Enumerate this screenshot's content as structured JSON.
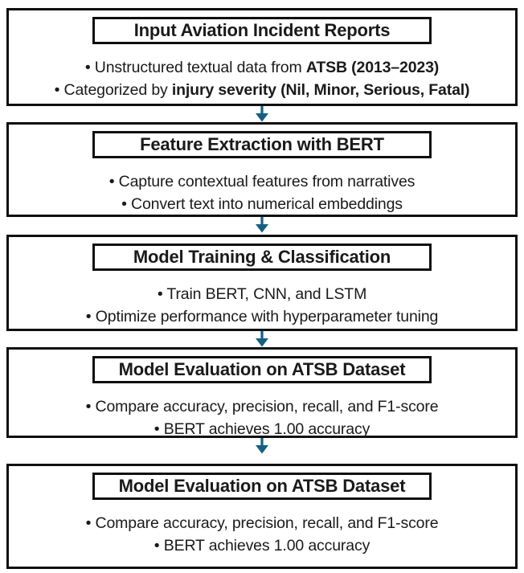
{
  "colors": {
    "arrow": "#156082",
    "border": "#0f0f0f",
    "text": "#1a1a1a",
    "background": "#ffffff"
  },
  "flow": {
    "steps": [
      {
        "title": "Input Aviation Incident Reports",
        "bullets": [
          {
            "prefix": "• Unstructured textual data from ",
            "bold": "ATSB (2013–2023)"
          },
          {
            "prefix": "• Categorized by ",
            "bold": "injury severity (Nil, Minor, Serious, Fatal)"
          }
        ]
      },
      {
        "title": "Feature Extraction with BERT",
        "bullets": [
          {
            "prefix": "• Capture contextual features from narratives",
            "bold": ""
          },
          {
            "prefix": "• Convert text into numerical embeddings",
            "bold": ""
          }
        ]
      },
      {
        "title": "Model Training & Classification",
        "bullets": [
          {
            "prefix": "• Train BERT, CNN, and LSTM",
            "bold": ""
          },
          {
            "prefix": "• Optimize performance with hyperparameter tuning",
            "bold": ""
          }
        ]
      },
      {
        "title": "Model Evaluation on ATSB Dataset",
        "bullets": [
          {
            "prefix": "• Compare accuracy, precision, recall, and F1-score",
            "bold": ""
          },
          {
            "prefix": "• BERT achieves 1.00 accuracy",
            "bold": ""
          }
        ]
      },
      {
        "title": "Model Evaluation on ATSB Dataset",
        "bullets": [
          {
            "prefix": "• Compare accuracy, precision, recall, and F1-score",
            "bold": ""
          },
          {
            "prefix": "• BERT achieves 1.00 accuracy",
            "bold": ""
          }
        ]
      }
    ]
  }
}
